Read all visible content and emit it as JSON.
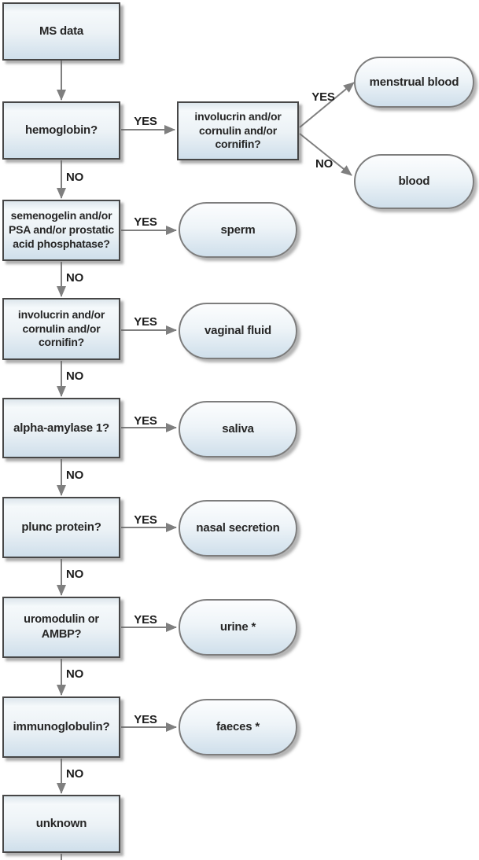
{
  "diagram": {
    "type": "flowchart",
    "description": "Decision tree for body fluid identification from MS data",
    "nodes": {
      "ms_data": {
        "label": "MS data",
        "shape": "rect"
      },
      "hemoglobin": {
        "label": "hemoglobin?",
        "shape": "rect"
      },
      "involucrin_top": {
        "label": "involucrin and/or cornulin and/or cornifin?",
        "shape": "rect"
      },
      "menstrual_blood": {
        "label": "menstrual blood",
        "shape": "terminal"
      },
      "blood": {
        "label": "blood",
        "shape": "terminal"
      },
      "semenogelin": {
        "label": "semenogelin and/or PSA and/or prostatic acid phosphatase?",
        "shape": "rect"
      },
      "sperm": {
        "label": "sperm",
        "shape": "terminal"
      },
      "involucrin_left": {
        "label": "involucrin and/or cornulin and/or cornifin?",
        "shape": "rect"
      },
      "vaginal_fluid": {
        "label": "vaginal fluid",
        "shape": "terminal"
      },
      "alpha_amylase": {
        "label": "alpha-amylase 1?",
        "shape": "rect"
      },
      "saliva": {
        "label": "saliva",
        "shape": "terminal"
      },
      "plunc_protein": {
        "label": "plunc protein?",
        "shape": "rect"
      },
      "nasal_secretion": {
        "label": "nasal secretion",
        "shape": "terminal"
      },
      "uromodulin_ambp": {
        "label": "uromodulin or AMBP?",
        "shape": "rect"
      },
      "urine": {
        "label": "urine *",
        "shape": "terminal"
      },
      "immunoglobulin": {
        "label": "immunoglobulin?",
        "shape": "rect"
      },
      "faeces": {
        "label": "faeces *",
        "shape": "terminal"
      },
      "unknown": {
        "label": "unknown",
        "shape": "rect"
      }
    },
    "edge_labels": {
      "yes": "YES",
      "no": "NO"
    },
    "edges": [
      {
        "from": "ms_data",
        "to": "hemoglobin",
        "label": ""
      },
      {
        "from": "hemoglobin",
        "to": "involucrin_top",
        "label": "YES"
      },
      {
        "from": "hemoglobin",
        "to": "semenogelin",
        "label": "NO"
      },
      {
        "from": "involucrin_top",
        "to": "menstrual_blood",
        "label": "YES"
      },
      {
        "from": "involucrin_top",
        "to": "blood",
        "label": "NO"
      },
      {
        "from": "semenogelin",
        "to": "sperm",
        "label": "YES"
      },
      {
        "from": "semenogelin",
        "to": "involucrin_left",
        "label": "NO"
      },
      {
        "from": "involucrin_left",
        "to": "vaginal_fluid",
        "label": "YES"
      },
      {
        "from": "involucrin_left",
        "to": "alpha_amylase",
        "label": "NO"
      },
      {
        "from": "alpha_amylase",
        "to": "saliva",
        "label": "YES"
      },
      {
        "from": "alpha_amylase",
        "to": "plunc_protein",
        "label": "NO"
      },
      {
        "from": "plunc_protein",
        "to": "nasal_secretion",
        "label": "YES"
      },
      {
        "from": "plunc_protein",
        "to": "uromodulin_ambp",
        "label": "NO"
      },
      {
        "from": "uromodulin_ambp",
        "to": "urine",
        "label": "YES"
      },
      {
        "from": "uromodulin_ambp",
        "to": "immunoglobulin",
        "label": "NO"
      },
      {
        "from": "immunoglobulin",
        "to": "faeces",
        "label": "YES"
      },
      {
        "from": "immunoglobulin",
        "to": "unknown",
        "label": "NO"
      }
    ],
    "colors": {
      "background": "#ffffff",
      "rect_fill_top": "#dde6ec",
      "rect_fill_bottom": "#cfdfeb",
      "terminal_fill_top": "#fcfdfe",
      "terminal_fill_bottom": "#cfdfeb",
      "rect_border": "#474747",
      "terminal_border": "#7d7d7d",
      "arrow": "#7f7f7f",
      "text": "#262626"
    }
  }
}
